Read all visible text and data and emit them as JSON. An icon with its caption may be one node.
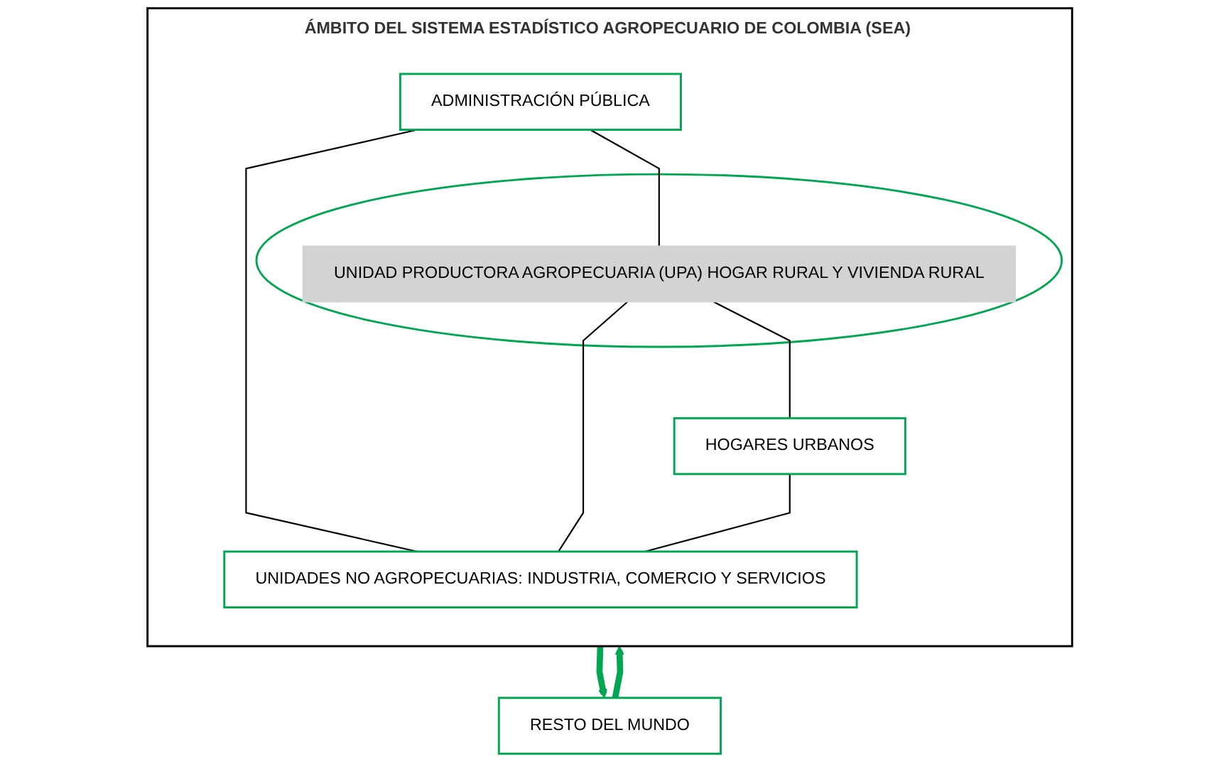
{
  "diagram": {
    "nodes": [
      {
        "text": [
          "ÁMBITO DEL SISTEMA ESTADÍSTICO AGROPECUARIO DE COLOMBIA (SEA)"
        ]
      },
      {
        "text": [
          "ADMINISTRACIÓN PÚBLICA"
        ],
        "in": 0
      },
      {
        "text": [],
        "shape": "circle",
        "in": 0
      },
      {
        "text": [
          "UNIDAD PRODUCTORA AGROPECUARIA (UPA) HOGAR RURAL Y VIVIENDA RURAL"
        ],
        "in": 2
      },
      {
        "text": [
          "UNIDADES NO AGROPECUARIAS: INDUSTRIA, COMERCIO Y SERVICIOS"
        ],
        "in": 0
      },
      {
        "text": [
          "HOGARES URBANOS"
        ],
        "in": 0
      },
      {
        "text": [
          "RESTO DEL MUNDO"
        ]
      }
    ],
    "edges": [
      {
        "from": 1,
        "to": 3,
        "arrow": "none"
      },
      {
        "from": 1,
        "to": 4,
        "arrow": "none"
      },
      {
        "from": 3,
        "to": 4,
        "arrow": "none"
      },
      {
        "from": 3,
        "to": 5,
        "arrow": "none"
      },
      {
        "from": 5,
        "to": 4,
        "arrow": "none"
      },
      {
        "from": 0,
        "to": 6,
        "arrow": "to",
        "style": "thick",
        "color": "#00a651"
      },
      {
        "from": 6,
        "to": 0,
        "arrow": "to",
        "style": "thick",
        "color": "#00a651"
      }
    ]
  }
}
